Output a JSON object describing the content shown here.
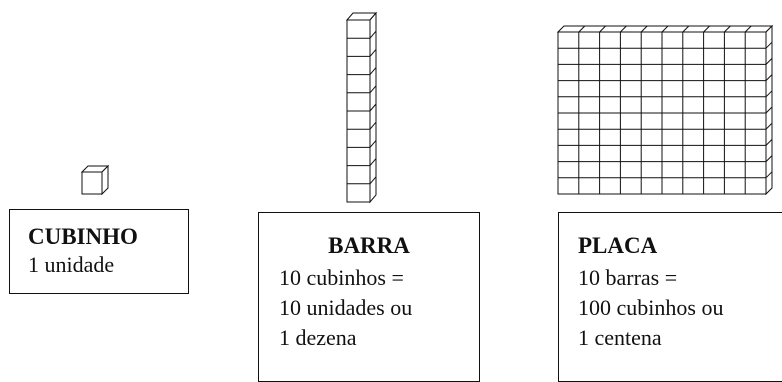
{
  "cards": {
    "cubinho": {
      "title": "CUBINHO",
      "lines": [
        "1 unidade"
      ]
    },
    "barra": {
      "title": "BARRA",
      "lines": [
        "10 cubinhos =",
        "10 unidades ou",
        "1 dezena"
      ]
    },
    "placa": {
      "title": "PLACA",
      "lines": [
        "10 barras =",
        "100 cubinhos ou",
        "1 centena"
      ]
    }
  },
  "blocks": {
    "barra_cubes": 10,
    "placa_rows": 10,
    "placa_cols": 10
  },
  "colors": {
    "stroke": "#111111",
    "background": "#ffffff"
  }
}
